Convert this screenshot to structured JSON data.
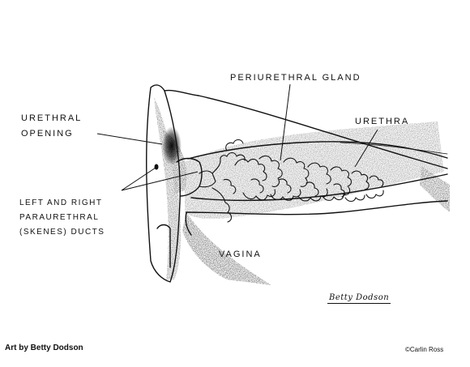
{
  "labels": {
    "urethral_opening": [
      "URETHRAL",
      "OPENING"
    ],
    "periurethral_gland": "PERIURETHRAL GLAND",
    "urethra": "URETHRA",
    "paraurethral_ducts": [
      "LEFT AND RIGHT",
      "PARAURETHRAL",
      "(SKENES) DUCTS"
    ],
    "vagina": "VAGINA"
  },
  "signature": "Betty Dodson",
  "footer": {
    "credit": "Art by Betty Dodson",
    "copyright": "©Carlin Ross"
  }
}
